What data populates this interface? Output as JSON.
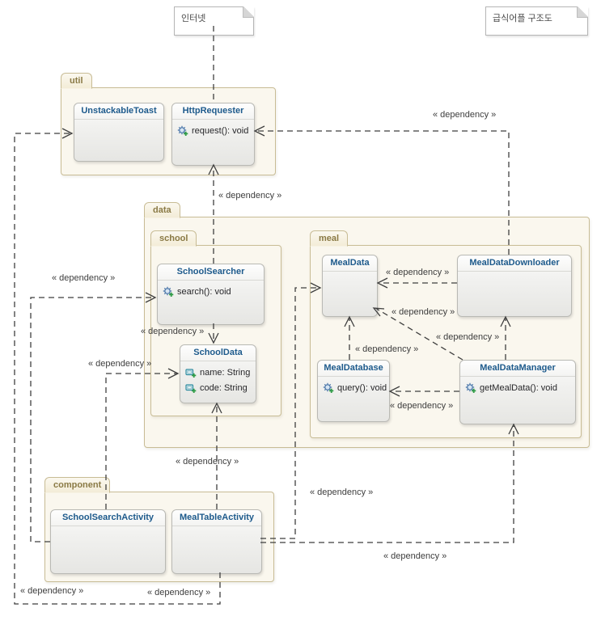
{
  "notes": {
    "internet": "인터넷",
    "diagram_title": "급식어플 구조도"
  },
  "packages": {
    "util": "util",
    "data": "data",
    "school": "school",
    "meal": "meal",
    "component": "component"
  },
  "classes": {
    "unstackableToast": {
      "name": "UnstackableToast"
    },
    "httpRequester": {
      "name": "HttpRequester",
      "methods": [
        "request(): void"
      ]
    },
    "schoolSearcher": {
      "name": "SchoolSearcher",
      "methods": [
        "search(): void"
      ]
    },
    "schoolData": {
      "name": "SchoolData",
      "fields": [
        "name: String",
        "code: String"
      ]
    },
    "mealData": {
      "name": "MealData"
    },
    "mealDataDownloader": {
      "name": "MealDataDownloader"
    },
    "mealDatabase": {
      "name": "MealDatabase",
      "methods": [
        "query(): void"
      ]
    },
    "mealDataManager": {
      "name": "MealDataManager",
      "methods": [
        "getMealData(): void"
      ]
    },
    "schoolSearchActivity": {
      "name": "SchoolSearchActivity"
    },
    "mealTableActivity": {
      "name": "MealTableActivity"
    }
  },
  "edges": [
    {
      "from": "SchoolSearcher",
      "to": "HttpRequester",
      "label": "« dependency »"
    },
    {
      "from": "MealDataDownloader",
      "to": "HttpRequester",
      "label": "« dependency »"
    },
    {
      "from": "SchoolSearchActivity",
      "to": "SchoolSearcher",
      "label": "« dependency »"
    },
    {
      "from": "MealTableActivity",
      "to": "UnstackableToast",
      "label": "« dependency »"
    },
    {
      "from": "SchoolSearchActivity",
      "to": "SchoolData",
      "label": "« dependency »"
    },
    {
      "from": "MealTableActivity",
      "to": "SchoolData",
      "label": "« dependency »"
    },
    {
      "from": "SchoolSearcher",
      "to": "SchoolData",
      "label": "« dependency »"
    },
    {
      "from": "MealDataDownloader",
      "to": "MealData",
      "label": "« dependency »"
    },
    {
      "from": "MealDataManager",
      "to": "MealData",
      "label": "« dependency »"
    },
    {
      "from": "MealDatabase",
      "to": "MealData",
      "label": "« dependency »"
    },
    {
      "from": "MealDataManager",
      "to": "MealDataDownloader",
      "label": "« dependency »"
    },
    {
      "from": "MealDataManager",
      "to": "MealDatabase",
      "label": "« dependency »"
    },
    {
      "from": "MealTableActivity",
      "to": "MealData",
      "label": "« dependency »"
    },
    {
      "from": "MealTableActivity",
      "to": "MealDataManager",
      "label": "« dependency »"
    }
  ],
  "note_link": {
    "from": "인터넷",
    "to": "HttpRequester"
  },
  "colors": {
    "package_fill": "#faf7ee",
    "package_border": "#c8bc95",
    "package_text": "#8a7a45",
    "class_title_text": "#1d5a8c",
    "line": "#3f3f3f",
    "method_icon_blue": "#4572a7",
    "field_icon_teal": "#2d8ba0",
    "icon_plus_green": "#2f9c45"
  }
}
